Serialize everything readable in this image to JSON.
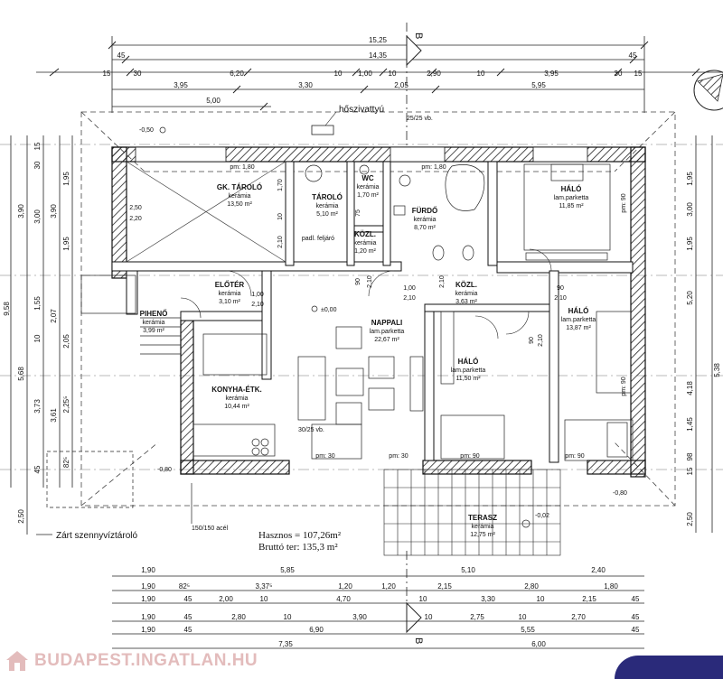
{
  "section_markers": {
    "top": "B",
    "bottom": "B"
  },
  "top_dims": {
    "total": "15,25",
    "sub": "14,35",
    "row1": [
      "15",
      "30",
      "6,20",
      "10",
      "1,00",
      "10",
      "2,90",
      "10",
      "3,95",
      "30",
      "15"
    ],
    "row2": [
      "3,95",
      "3,30",
      "2,05",
      "5,95"
    ],
    "row3": "5,00",
    "marks45": "45"
  },
  "bottom_dims": {
    "row1": [
      "1,90",
      "5,85",
      "5,10",
      "2,40"
    ],
    "row2": [
      "1,90",
      "82⁵",
      "3,37⁵",
      "1,20",
      "1,20",
      "2,15",
      "2,80",
      "1,80"
    ],
    "row3": [
      "1,90",
      "45",
      "2,00",
      "10",
      "4,70",
      "10",
      "3,30",
      "10",
      "2,15",
      "45"
    ],
    "row4": [
      "1,90",
      "45",
      "2,80",
      "10",
      "3,90",
      "10",
      "2,75",
      "10",
      "2,70",
      "45"
    ],
    "row5": [
      "1,90",
      "45",
      "6,90",
      "5,55",
      "45"
    ],
    "row6": [
      "7,35",
      "6,00"
    ]
  },
  "left_dims": [
    "15",
    "30",
    "1,95",
    "3,90",
    "3,00",
    "3,90",
    "1,95",
    "9,58",
    "1,55",
    "2,07",
    "2,05",
    "10",
    "5,68",
    "3,73",
    "3,61",
    "2,25⁵",
    "82⁵",
    "45",
    "2,50"
  ],
  "right_dims": [
    "1,95",
    "3,00",
    "1,95",
    "5,20",
    "5,38",
    "4,18",
    "1,45",
    "98",
    "15",
    "2,50"
  ],
  "annotations": {
    "fan": "hőszivattyú",
    "vb_top": "25/25 vb.",
    "level_top": "-0,50",
    "level_main": "±0,00",
    "level_bottom": "-0,80",
    "level_terrace": "-0,02",
    "level_bottom_right": "-0,80",
    "tank": "Zárt szennyvíztároló",
    "acel": "150/150 acél",
    "vb_living": "30/25 vb."
  },
  "rooms": [
    {
      "name": "GK. TÁROLÓ",
      "mat": "kerámia",
      "area": "13,50 m²"
    },
    {
      "name": "TÁROLÓ",
      "mat": "kerámia",
      "area": "5,10 m²"
    },
    {
      "name": "WC",
      "mat": "kerámia",
      "area": "1,70 m²"
    },
    {
      "name": "KÖZL.",
      "mat": "kerámia",
      "area": "1,20 m²"
    },
    {
      "name": "FÜRDŐ",
      "mat": "kerámia",
      "area": "8,70 m²"
    },
    {
      "name": "HÁLÓ",
      "mat": "lam.parketta",
      "area": "11,85 m²"
    },
    {
      "name": "ELŐTÉR",
      "mat": "kerámia",
      "area": "3,10 m²"
    },
    {
      "name": "PIHENŐ",
      "mat": "kerámia",
      "area": "3,99 m²"
    },
    {
      "name": "NAPPALI",
      "mat": "lam.parketta",
      "area": "22,67 m²"
    },
    {
      "name": "KÖZL.",
      "mat": "kerámia",
      "area": "3,63 m²"
    },
    {
      "name": "HÁLÓ",
      "mat": "lam.parketta",
      "area": "13,87 m²"
    },
    {
      "name": "KONYHA-ÉTK.",
      "mat": "kerámia",
      "area": "10,44 m²"
    },
    {
      "name": "HÁLÓ",
      "mat": "lam.parketta",
      "area": "11,50 m²"
    },
    {
      "name": "TERASZ",
      "mat": "kerámia",
      "area": "12,75 m²"
    }
  ],
  "openings": [
    "pm: 1,80",
    "pm: 1,80",
    "pm: 30",
    "pm: 30",
    "pm: 90",
    "pm: 90",
    "pm: 90",
    "pm: 90",
    "1,00",
    "2,10",
    "1,00",
    "2,10",
    "90",
    "2,10",
    "90",
    "2,10",
    "2,10",
    "2,10",
    "90",
    "75",
    "2,10",
    "1,70",
    "10",
    "2,50",
    "2,20",
    "padl. feljáró"
  ],
  "summary": {
    "useful": "Hasznos = 107,26m²",
    "gross": "Bruttó ter: 135,3 m²"
  },
  "watermark": "BUDAPEST.INGATLAN.HU"
}
